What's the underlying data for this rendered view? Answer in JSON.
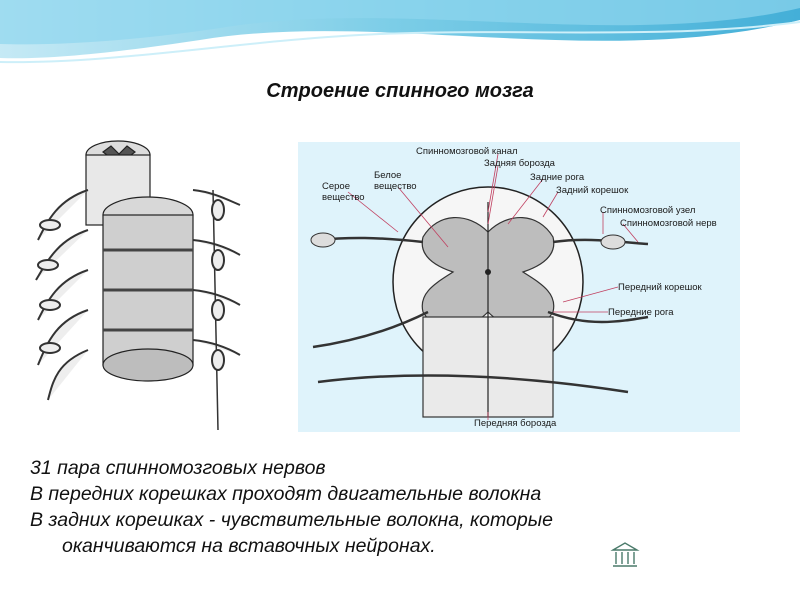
{
  "slide": {
    "title": "Строение спинного мозга",
    "lines": [
      "31 пара спинномозговых нервов",
      "В передних корешках проходят двигательные волокна",
      "В задних корешках - чувствительные волокна, которые",
      "оканчиваются на вставочных нейронах."
    ]
  },
  "diagram": {
    "labels": {
      "canal": "Спинномозговой канал",
      "posterior_sulcus": "Задняя борозда",
      "white_matter_1": "Белое",
      "white_matter_2": "вещество",
      "gray_matter_1": "Серое",
      "gray_matter_2": "вещество",
      "posterior_horns": "Задние рога",
      "posterior_root": "Задний корешок",
      "ganglion": "Спинномозговой узел",
      "spinal_nerve": "Спинномозговой нерв",
      "anterior_root": "Передний корешок",
      "anterior_horns": "Передние рога",
      "anterior_fissure": "Передняя борозда"
    }
  },
  "colors": {
    "diagram_bg": "#dff3fb",
    "header_wave": "#3fb3d8",
    "text": "#111111"
  }
}
